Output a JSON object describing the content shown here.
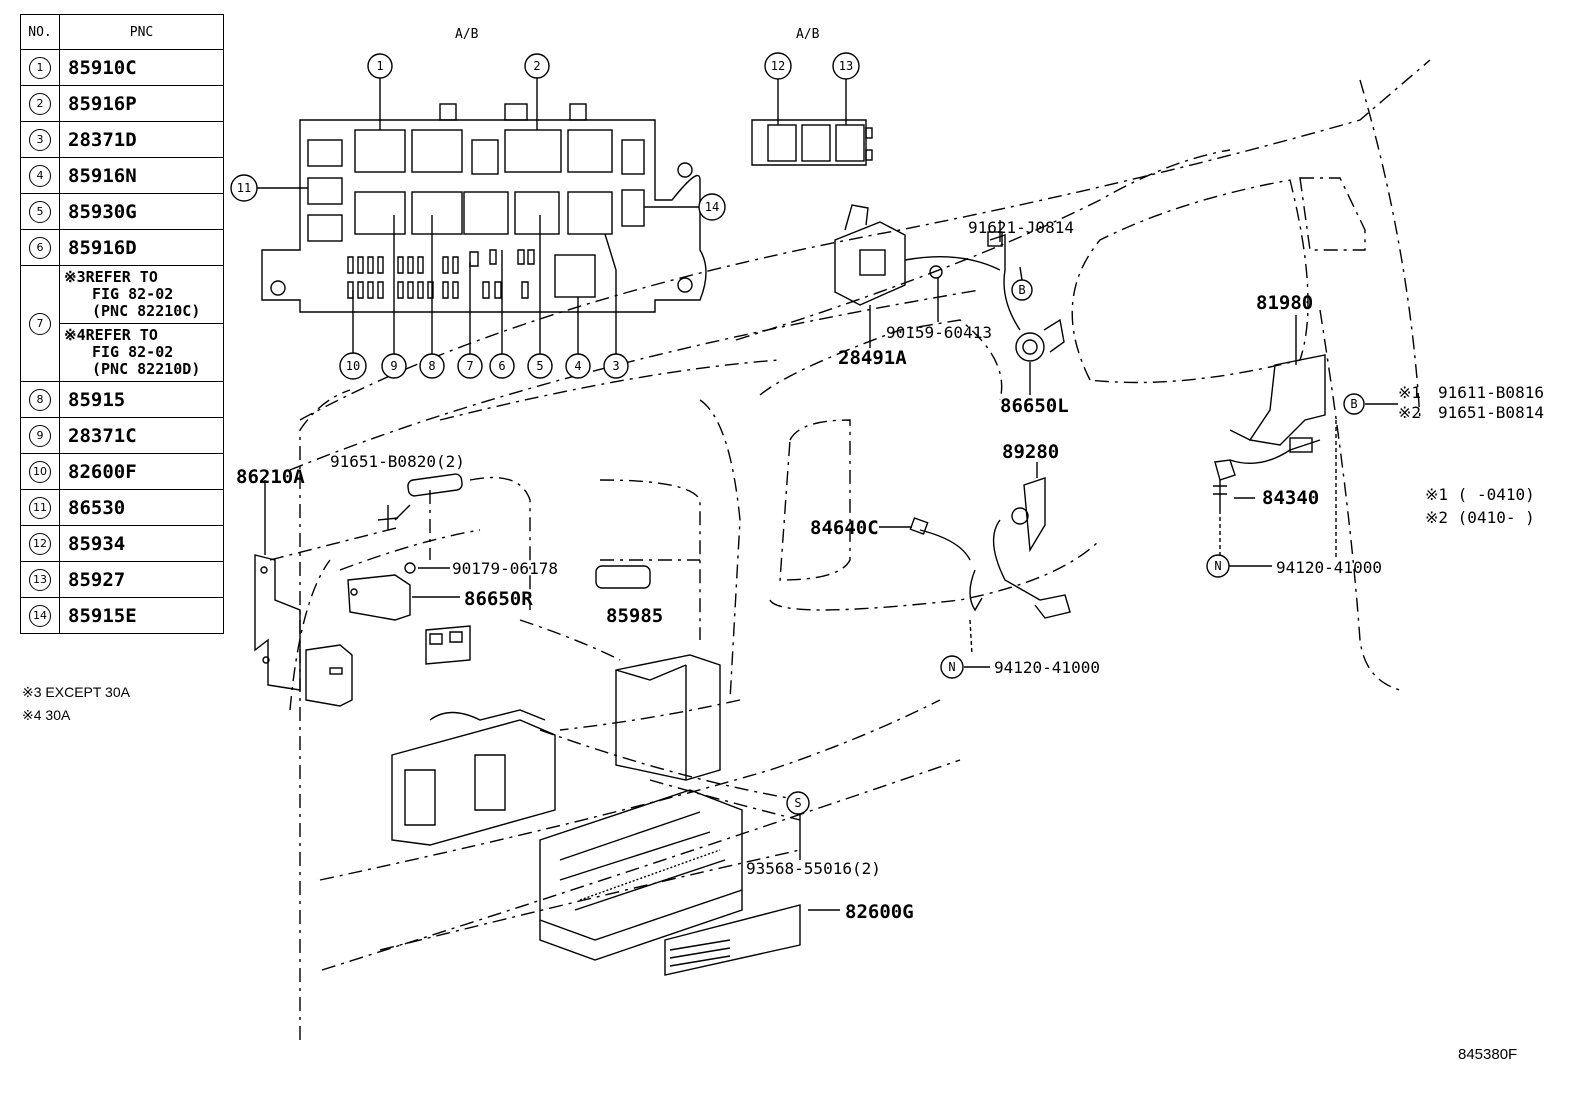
{
  "table": {
    "header": {
      "no": "NO.",
      "pnc": "PNC"
    },
    "rows": [
      {
        "no": "1",
        "pnc": "85910C"
      },
      {
        "no": "2",
        "pnc": "85916P"
      },
      {
        "no": "3",
        "pnc": "28371D"
      },
      {
        "no": "4",
        "pnc": "85916N"
      },
      {
        "no": "5",
        "pnc": "85930G"
      },
      {
        "no": "6",
        "pnc": "85916D"
      },
      {
        "no": "7",
        "pnc": "",
        "notes": [
          [
            "※3REFER TO",
            "FIG 82-02",
            "(PNC 82210C)"
          ],
          [
            "※4REFER TO",
            "FIG 82-02",
            "(PNC 82210D)"
          ]
        ]
      },
      {
        "no": "8",
        "pnc": "85915"
      },
      {
        "no": "9",
        "pnc": "28371C"
      },
      {
        "no": "10",
        "pnc": "82600F"
      },
      {
        "no": "11",
        "pnc": "86530"
      },
      {
        "no": "12",
        "pnc": "85934"
      },
      {
        "no": "13",
        "pnc": "85927"
      },
      {
        "no": "14",
        "pnc": "85915E"
      }
    ]
  },
  "footnotes": [
    "※3 EXCEPT 30A",
    "※4 30A"
  ],
  "box_labels": {
    "ab_left": "A/B",
    "ab_right": "A/B"
  },
  "callouts": {
    "c1": "1",
    "c2": "2",
    "c3": "3",
    "c4": "4",
    "c5": "5",
    "c6": "6",
    "c7": "7",
    "c8": "8",
    "c9": "9",
    "c10": "10",
    "c11": "11",
    "c12": "12",
    "c13": "13",
    "c14": "14"
  },
  "parts": {
    "p86210A": "86210A",
    "p91651_B0820": "91651-B0820(2)",
    "p90179": "90179-06178",
    "p86650R": "86650R",
    "p85985": "85985",
    "p93568": "93568-55016(2)",
    "p82600G": "82600G",
    "p91621": "91621-J0814",
    "p90159": "90159-60413",
    "p28491A": "28491A",
    "p86650L": "86650L",
    "p89280": "89280",
    "p84640C": "84640C",
    "p94120a": "94120-41000",
    "p81980": "81980",
    "p84340": "84340",
    "p94120b": "94120-41000",
    "p91611": "91611-B0816",
    "p91651_B0814": "91651-B0814",
    "x1": "※1",
    "x2": "※2",
    "range1": "※1 (    -0410)",
    "range2": "※2 (0410-    )"
  },
  "markers": {
    "B1": "B",
    "B2": "B",
    "N1": "N",
    "N2": "N",
    "S": "S"
  },
  "figure_id": "845380F"
}
